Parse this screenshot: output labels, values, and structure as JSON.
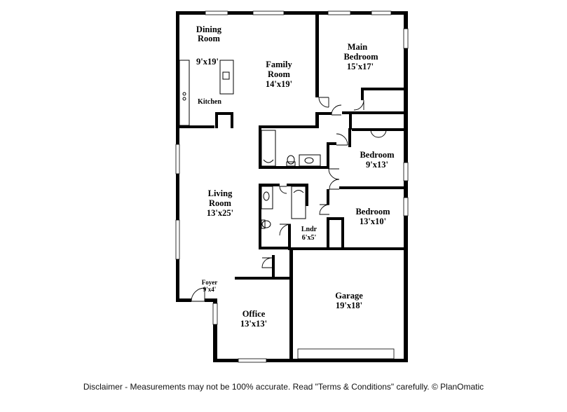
{
  "rooms": {
    "dining": {
      "name_line1": "Dining",
      "name_line2": "Room",
      "size": "9'x19'"
    },
    "family": {
      "name_line1": "Family",
      "name_line2": "Room",
      "size": "14'x19'"
    },
    "main_bedroom": {
      "name_line1": "Main",
      "name_line2": "Bedroom",
      "size": "15'x17'"
    },
    "kitchen": {
      "name": "Kitchen"
    },
    "bedroom2": {
      "name": "Bedroom",
      "size": "9'x13'"
    },
    "living": {
      "name_line1": "Living",
      "name_line2": "Room",
      "size": "13'x25'"
    },
    "bedroom3": {
      "name": "Bedroom",
      "size": "13'x10'"
    },
    "laundry": {
      "name": "Lndr",
      "size": "6'x5'"
    },
    "foyer": {
      "name": "Foyer",
      "size": "9'x4'"
    },
    "office": {
      "name": "Office",
      "size": "13'x13'"
    },
    "garage": {
      "name": "Garage",
      "size": "19'x18'"
    }
  },
  "disclaimer": "Disclaimer - Measurements may not be 100% accurate. Read \"Terms & Conditions\" carefully. © PlanOmatic"
}
